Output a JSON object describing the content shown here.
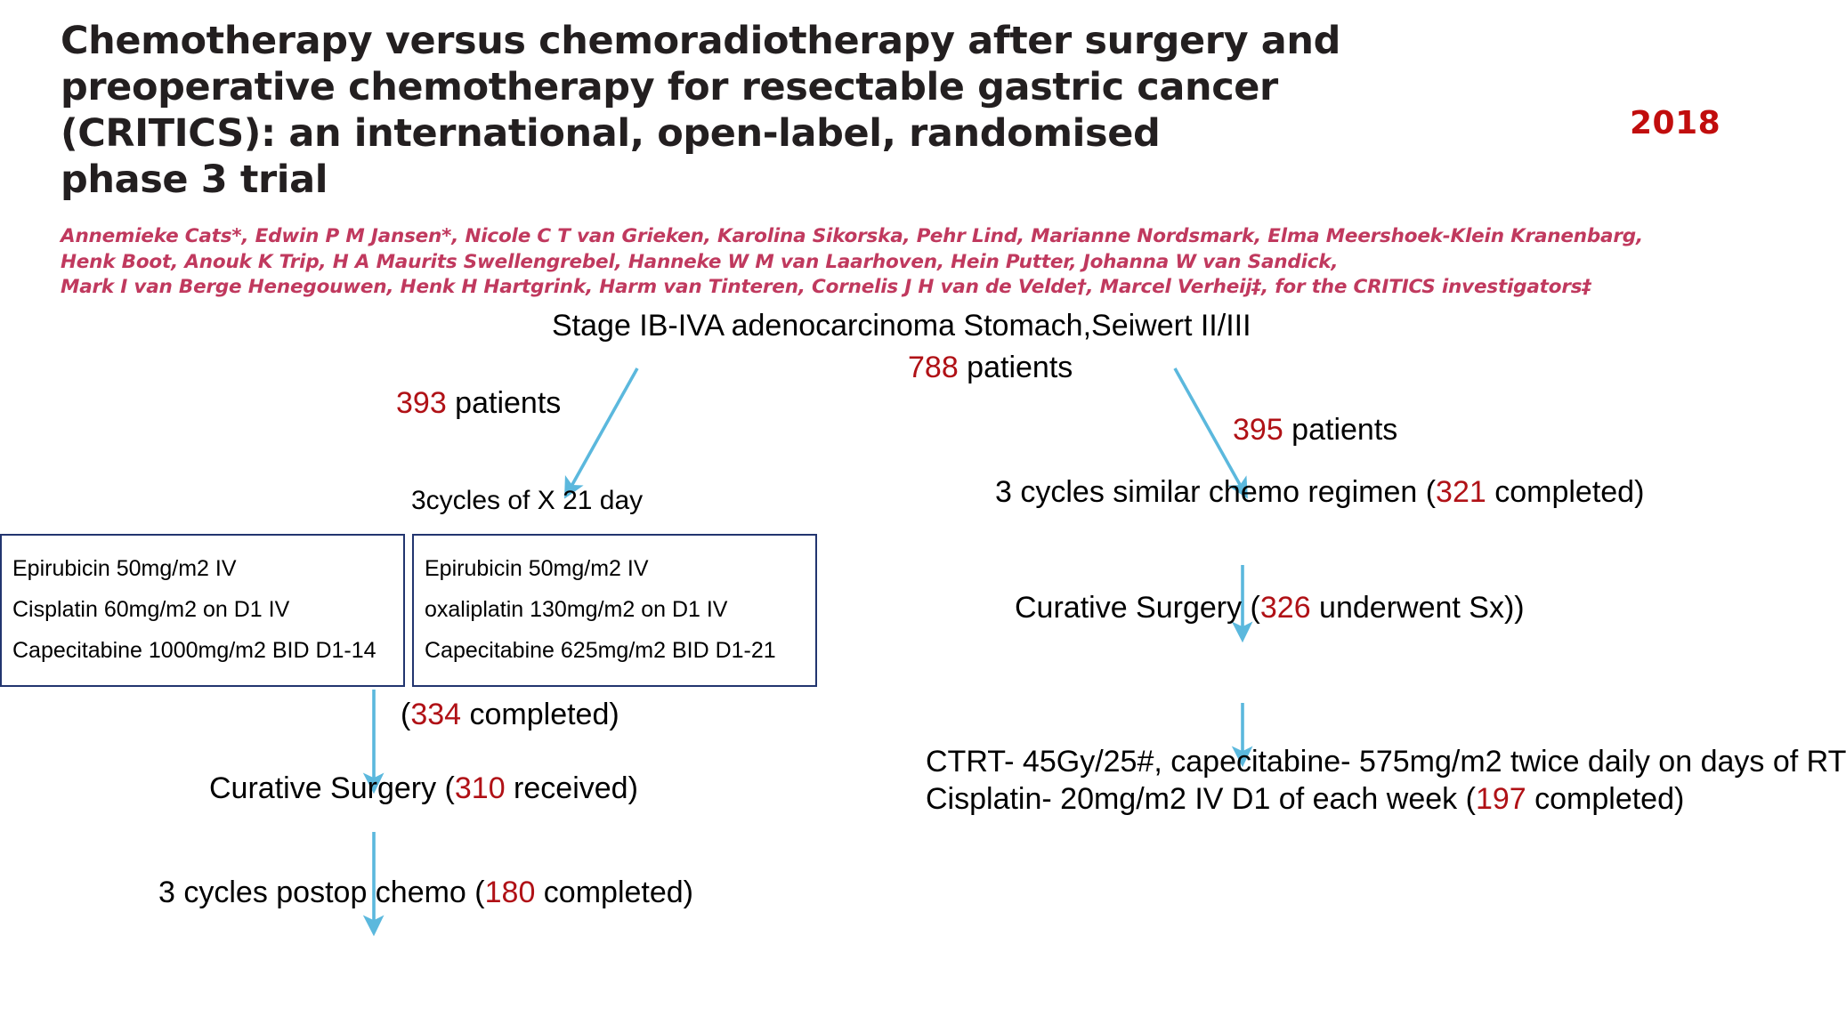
{
  "paper": {
    "title_lines": [
      "Chemotherapy versus chemoradiotherapy after surgery and",
      "preoperative chemotherapy for resectable gastric cancer",
      "(CRITICS): an international, open-label, randomised",
      "phase 3 trial"
    ],
    "year": "2018",
    "author_lines": [
      "Annemieke Cats*, Edwin P M Jansen*, Nicole C T van Grieken, Karolina Sikorska, Pehr Lind, Marianne Nordsmark, Elma Meershoek-Klein Kranenbarg,",
      "Henk Boot, Anouk K Trip, H A Maurits Swellengrebel, Hanneke W M van Laarhoven, Hein Putter, Johanna W van Sandick,",
      "Mark I van Berge Henegouwen, Henk H Hartgrink, Harm van Tinteren, Cornelis J H van de Velde†, Marcel Verheij‡, for the CRITICS investigators‡"
    ]
  },
  "colors": {
    "title": "#231f20",
    "authors": "#c0395e",
    "highlight_number": "#b01116",
    "arrow": "#5bb8dd",
    "box_border": "#22356f"
  },
  "flow": {
    "population": {
      "line1": "Stage IB-IVA adenocarcinoma Stomach,Seiwert II/III",
      "count": "788",
      "count_suffix": " patients"
    },
    "left_arm": {
      "count": "393",
      "count_suffix": " patients",
      "cycles_label": "3cycles of X 21 day",
      "regimen_box_a": {
        "lines": [
          "Epirubicin 50mg/m2 IV",
          "Cisplatin 60mg/m2 on D1 IV",
          "Capecitabine 1000mg/m2 BID D1-14"
        ]
      },
      "regimen_box_b": {
        "lines": [
          "Epirubicin 50mg/m2 IV",
          "oxaliplatin 130mg/m2 on D1 IV",
          "Capecitabine 625mg/m2 BID D1-21"
        ]
      },
      "completed_prefix": "(",
      "completed_count": "334",
      "completed_suffix": " completed)",
      "surgery_prefix": "Curative Surgery (",
      "surgery_count": "310",
      "surgery_suffix": " received)",
      "postop_prefix": "3 cycles postop chemo (",
      "postop_count": "180",
      "postop_suffix": " completed)"
    },
    "right_arm": {
      "count": "395",
      "count_suffix": " patients",
      "chemo_prefix": "3 cycles similar chemo regimen  (",
      "chemo_count": "321",
      "chemo_suffix": " completed)",
      "surgery_prefix": "Curative Surgery (",
      "surgery_count": "326",
      "surgery_suffix": " underwent Sx))",
      "ctrt_line1": "CTRT- 45Gy/25#, capecitabine- 575mg/m2 twice daily on days of RT",
      "ctrt_line2_prefix": "Cisplatin- 20mg/m2 IV D1 of each week (",
      "ctrt_line2_count": "197",
      "ctrt_line2_suffix": " completed)"
    }
  }
}
